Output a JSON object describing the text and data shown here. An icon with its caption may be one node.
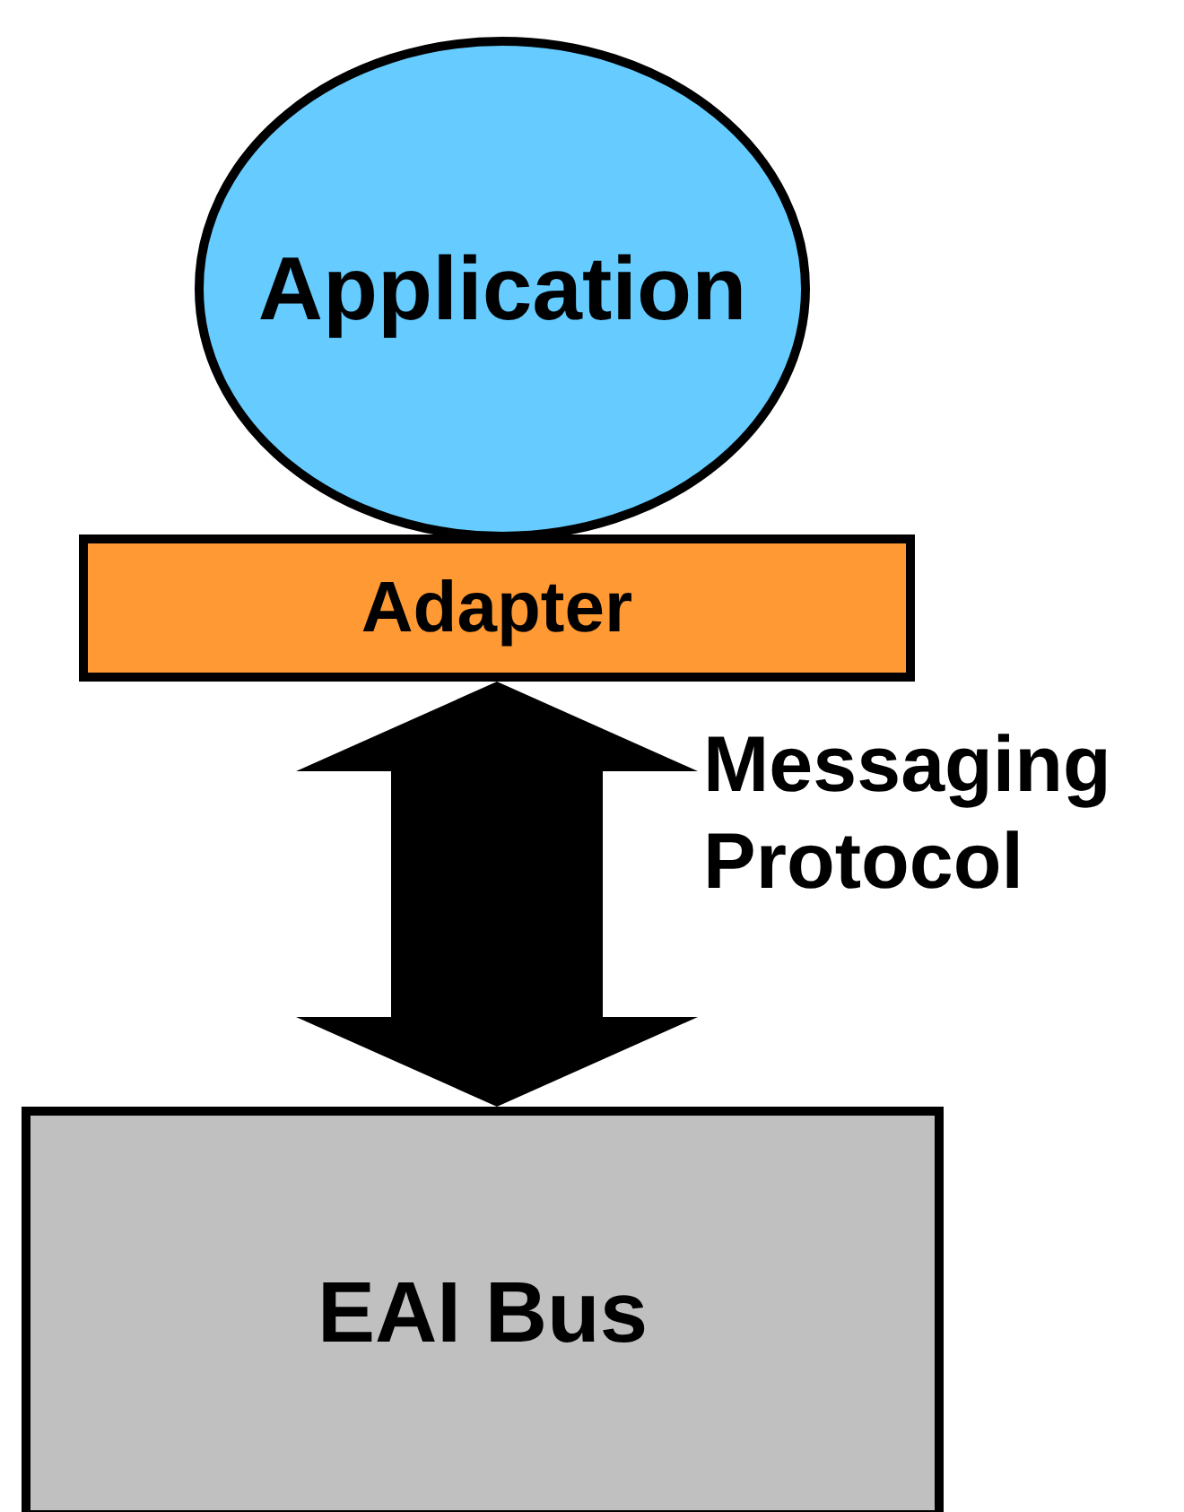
{
  "diagram": {
    "nodes": [
      {
        "text": [
          "Application"
        ]
      },
      {
        "text": [
          "Adapter"
        ]
      },
      {
        "text": [
          "EAI Bus"
        ]
      }
    ],
    "edges": [
      {
        "from": 1,
        "to": 2,
        "arrow": "both",
        "label": "Messaging Protocol"
      }
    ]
  }
}
